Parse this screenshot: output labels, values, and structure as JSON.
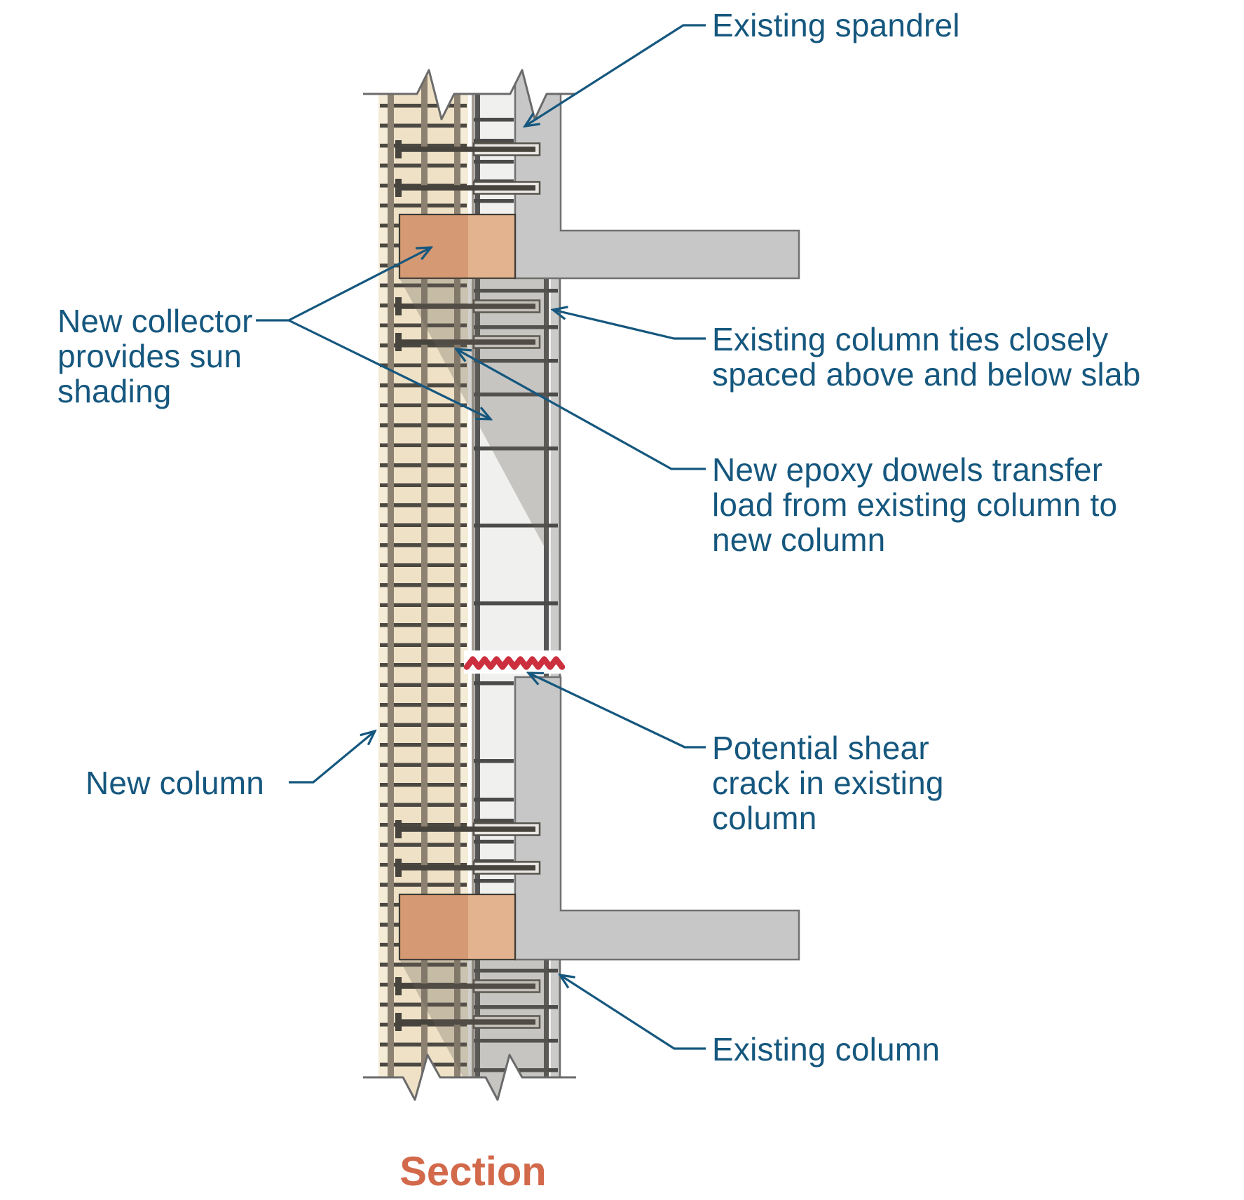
{
  "title": {
    "text": "Section"
  },
  "labels": {
    "existing_spandrel": {
      "lines": [
        "Existing spandrel"
      ]
    },
    "new_collector": {
      "lines": [
        "New collector",
        "provides sun",
        "shading"
      ]
    },
    "existing_ties": {
      "lines": [
        "Existing column ties closely",
        "spaced above and below slab"
      ]
    },
    "epoxy_dowels": {
      "lines": [
        "New epoxy dowels transfer",
        "load from existing column to",
        "new column"
      ]
    },
    "new_column": {
      "lines": [
        "New column"
      ]
    },
    "shear_crack": {
      "lines": [
        "Potential shear",
        "crack in existing",
        "column"
      ]
    },
    "existing_column": {
      "lines": [
        "Existing column"
      ]
    }
  },
  "colors": {
    "label_blue": "#15577E",
    "title_terracotta": "#D2694A",
    "crack_red": "#CC2F3D",
    "collector_dark": "#D59A73",
    "collector_light": "#E3B28E",
    "new_column_tan": "#EEE1C6",
    "new_column_tan_edge": "#F5ECD8",
    "rebar_taupe": "#8D8271",
    "tie_dark": "#4C4842",
    "existing_concrete_light": "#F0F0EF",
    "slab_gray": "#C6C7C6",
    "outline_gray": "#707070",
    "shadow_gray": "rgba(105,100,88,0.30)"
  }
}
